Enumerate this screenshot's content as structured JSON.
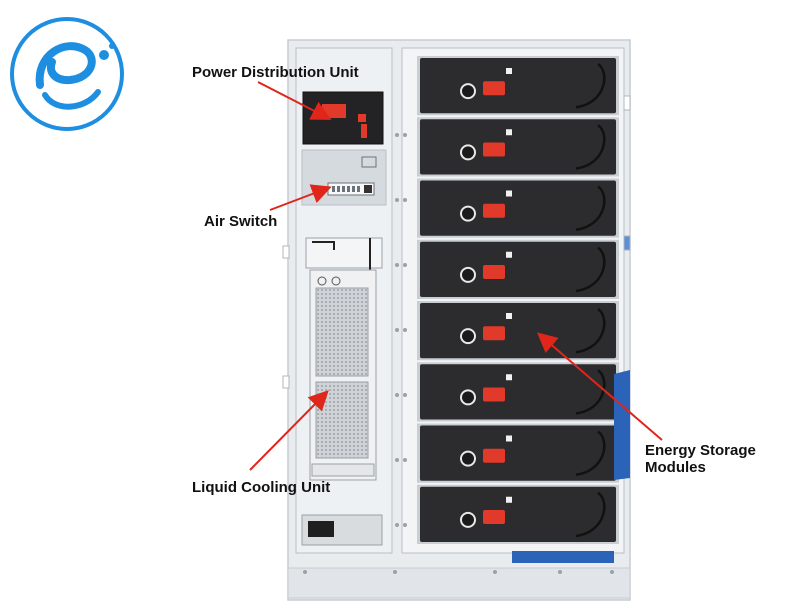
{
  "labels": {
    "pdu": "Power Distribution Unit",
    "air_switch": "Air Switch",
    "cooling": "Liquid Cooling Unit",
    "storage_line1": "Energy Storage",
    "storage_line2": "Modules"
  },
  "colors": {
    "logo_blue": "#1e8fe0",
    "arrow_red": "#e0251b",
    "module_dark": "#2c2c2e",
    "handle_red": "#e23a2a",
    "side_blue": "#2a63b8",
    "cabinet_grey": "#e9ecef"
  },
  "module_count": 8,
  "logo_icon": "e-circle-logo-icon"
}
